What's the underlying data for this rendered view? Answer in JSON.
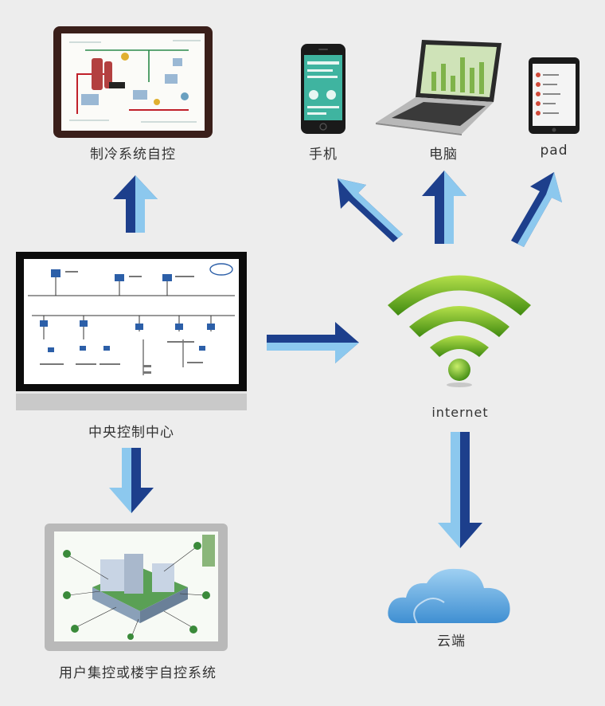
{
  "labels": {
    "refrigeration": "制冷系统自控",
    "phone": "手机",
    "computer": "电脑",
    "pad": "pad",
    "central": "中央控制中心",
    "internet": "internet",
    "cloud": "云端",
    "building": "用户集控或楼宇自控系统"
  },
  "colors": {
    "arrow_dark": "#1d3f8c",
    "arrow_light": "#8cc8ee",
    "wifi_green": "#5aa81c",
    "cloud_blue": "#5aa7df"
  }
}
